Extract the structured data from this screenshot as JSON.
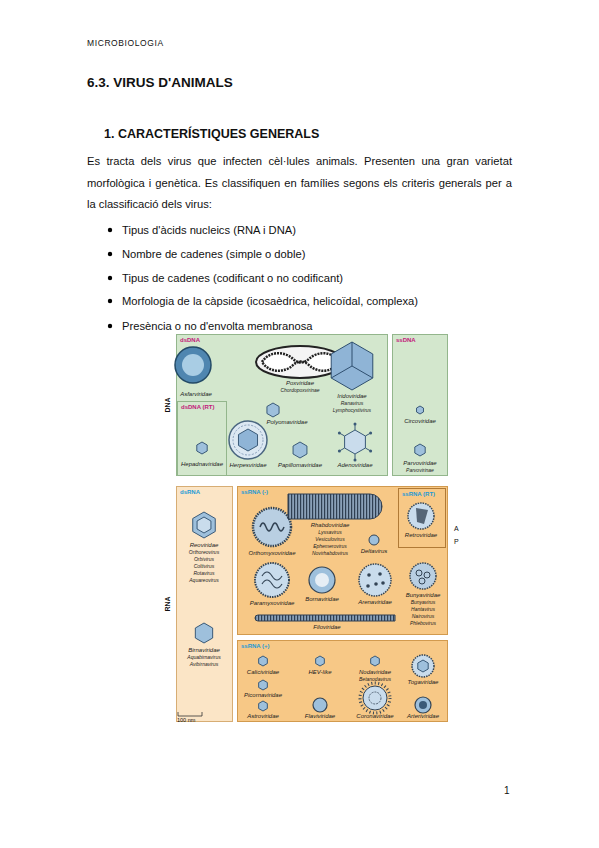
{
  "diagram": {
    "title": "6.3. VIRUS D'ANIMALS",
    "nodes": [
      {
        "text": [
          "dsDNA"
        ]
      },
      {
        "text": [
          "Asfarviridae"
        ],
        "in": 0
      },
      {
        "text": [
          "Poxviridae",
          "Chordopoxvirinae"
        ],
        "in": 0
      },
      {
        "text": [
          "Iridoviridae",
          "Ranavirus",
          "Lymphocystivirus"
        ],
        "in": 0
      },
      {
        "text": [
          "dsDNA (RT)"
        ],
        "in": 0
      },
      {
        "text": [
          "Hepadnaviridae"
        ],
        "in": 4
      },
      {
        "text": [
          "Polyomaviridae"
        ],
        "in": 0
      },
      {
        "text": [
          "Herpesviridae"
        ],
        "in": 0
      },
      {
        "text": [
          "Papillomaviridae"
        ],
        "in": 0
      },
      {
        "text": [
          "Adenoviridae"
        ],
        "in": 0
      },
      {
        "text": [
          "ssDNA"
        ]
      },
      {
        "text": [
          "Circoviridae"
        ],
        "in": 10
      },
      {
        "text": [
          "Parvoviridae",
          "Parvovirinae"
        ],
        "in": 10
      },
      {
        "text": [
          "dsRNA"
        ]
      },
      {
        "text": [
          "Reoviridae",
          "Orthoreovirus",
          "Orbivirus",
          "Coltivirus",
          "Rotavirus",
          "Aquareovirus"
        ],
        "in": 13
      },
      {
        "text": [
          "Birnaviridae",
          "Aquabirnavirus",
          "Avibirnavirus"
        ],
        "in": 13
      },
      {
        "text": [
          "ssRNA (-)"
        ]
      },
      {
        "text": [
          "Orthomyxoviridae"
        ],
        "in": 16
      },
      {
        "text": [
          "Rhabdoviridae",
          "Lyssavirus",
          "Vesiculovirus",
          "Ephemerovirus",
          "Novirhabdovirus"
        ],
        "in": 16
      },
      {
        "text": [
          "ssRNA (RT)"
        ],
        "in": 16
      },
      {
        "text": [
          "Retroviridae"
        ],
        "in": 19
      },
      {
        "text": [
          "Deltavirus"
        ],
        "in": 16
      },
      {
        "text": [
          "Paramyxoviridae"
        ],
        "in": 16
      },
      {
        "text": [
          "Bornaviridae"
        ],
        "in": 16
      },
      {
        "text": [
          "Arenaviridae"
        ],
        "in": 16
      },
      {
        "text": [
          "Bunyaviridae",
          "Bunyavirus",
          "Hantavirus",
          "Nairovirus",
          "Phlebovirus"
        ],
        "in": 16
      },
      {
        "text": [
          "Filoviridae"
        ],
        "in": 16
      },
      {
        "text": [
          "ssRNA (+)"
        ]
      },
      {
        "text": [
          "Caliciviridae"
        ],
        "in": 27
      },
      {
        "text": [
          "HEV-like"
        ],
        "in": 27
      },
      {
        "text": [
          "Nodaviridae",
          "Betanodavirus"
        ],
        "in": 27
      },
      {
        "text": [
          "Togaviridae"
        ],
        "in": 27
      },
      {
        "text": [
          "Picornaviridae"
        ],
        "in": 27
      },
      {
        "text": [
          "Astroviridae"
        ],
        "in": 27
      },
      {
        "text": [
          "Flaviviridae"
        ],
        "in": 27
      },
      {
        "text": [
          "Coronaviridae"
        ],
        "in": 27
      },
      {
        "text": [
          "Arteriviridae"
        ],
        "in": 27
      }
    ],
    "labels": [
      "MICROBIOLOGIA",
      "1. CARACTERÍSTIQUES GENERALS",
      "Es tracta dels virus que infecten cèl·lules animals. Presenten una gran varietat morfològica i genètica. Es classifiquen en famílies segons els criteris generals per a la classificació dels virus:",
      "Tipus d'àcids nucleics (RNA i DNA)",
      "Nombre de cadenes (simple o doble)",
      "Tipus de cadenes (codificant o no codificant)",
      "Morfologia de la càpside (icosaèdrica, helicoïdal, complexa)",
      "Presència o no d'envolta membranosa",
      "DNA",
      "RNA",
      "100 nm",
      "A",
      "P",
      "1"
    ]
  }
}
